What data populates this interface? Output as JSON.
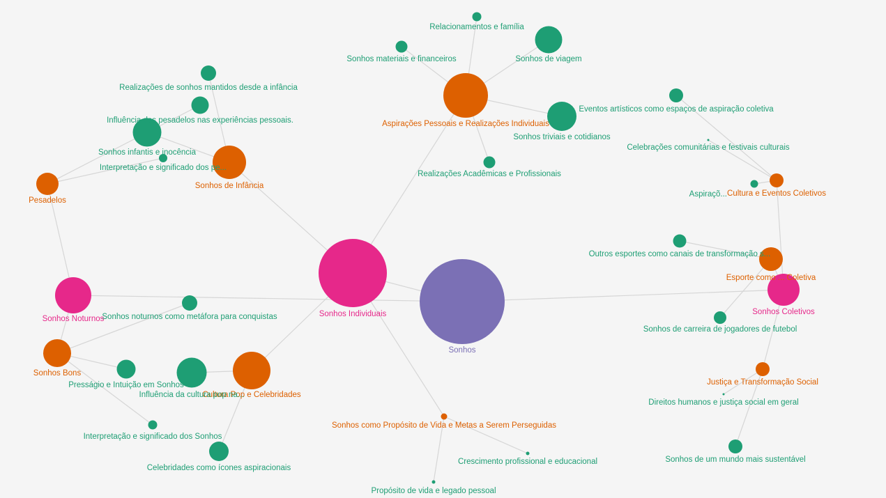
{
  "colors": {
    "root": "#7b70b5",
    "pink": "#e6288a",
    "orange": "#dd6000",
    "green": "#1e9e74",
    "edge": "#d6d6d6",
    "background": "#f5f5f5"
  },
  "nodes": [
    {
      "id": "sonhos",
      "label": "Sonhos",
      "group": "root"
    },
    {
      "id": "sonhos-individuais",
      "label": "Sonhos Individuais",
      "group": "pink"
    },
    {
      "id": "sonhos-noturnos",
      "label": "Sonhos Noturnos",
      "group": "pink"
    },
    {
      "id": "sonhos-coletivos",
      "label": "Sonhos Coletivos",
      "group": "pink"
    },
    {
      "id": "aspiracoes",
      "label": "Aspirações Pessoais e Realizações Individuais",
      "group": "orange"
    },
    {
      "id": "sonhos-infancia",
      "label": "Sonhos de Infância",
      "group": "orange"
    },
    {
      "id": "pesadelos",
      "label": "Pesadelos",
      "group": "orange"
    },
    {
      "id": "sonhos-bons",
      "label": "Sonhos Bons",
      "group": "orange"
    },
    {
      "id": "cultura-pop",
      "label": "Cultura Pop e Celebridades",
      "group": "orange"
    },
    {
      "id": "proposito",
      "label": "Sonhos como Propósito de Vida e Metas a Serem Perseguidas",
      "group": "orange"
    },
    {
      "id": "cultura-eventos",
      "label": "Cultura e Eventos Coletivos",
      "group": "orange"
    },
    {
      "id": "esporte",
      "label": "Esporte como ... Coletiva",
      "group": "orange"
    },
    {
      "id": "justica",
      "label": "Justiça e Transformação Social",
      "group": "orange"
    },
    {
      "id": "relacionamentos",
      "label": "Relacionamentos e família",
      "group": "green"
    },
    {
      "id": "materiais",
      "label": "Sonhos materiais e financeiros",
      "group": "green"
    },
    {
      "id": "viagem",
      "label": "Sonhos de viagem",
      "group": "green"
    },
    {
      "id": "triviais",
      "label": "Sonhos triviais e cotidianos",
      "group": "green"
    },
    {
      "id": "academicas",
      "label": "Realizações Acadêmicas e Profissionais",
      "group": "green"
    },
    {
      "id": "realizacoes-infancia",
      "label": "Realizações de sonhos mantidos desde a infância",
      "group": "green"
    },
    {
      "id": "influencia-pesadelos",
      "label": "Influência dos pesadelos nas experiências pessoais.",
      "group": "green"
    },
    {
      "id": "infantis-inocencia",
      "label": "Sonhos infantis e inocência",
      "group": "green"
    },
    {
      "id": "interpretacao-pe",
      "label": "Interpretação e significado dos pe...",
      "group": "green"
    },
    {
      "id": "noturnos-metafora",
      "label": "Sonhos noturnos como metáfora para conquistas",
      "group": "green"
    },
    {
      "id": "pressagio",
      "label": "Presságio e Intuição em Sonhos",
      "group": "green"
    },
    {
      "id": "influencia-cultura-pop",
      "label": "Influência da cultura pop na...",
      "group": "green"
    },
    {
      "id": "interpretacao-sonhos",
      "label": "Interpretação e significado dos Sonhos",
      "group": "green"
    },
    {
      "id": "celebridades",
      "label": "Celebridades como ícones aspiracionais",
      "group": "green"
    },
    {
      "id": "crescimento",
      "label": "Crescimento profissional e educacional",
      "group": "green"
    },
    {
      "id": "legado",
      "label": "Propósito de vida e legado pessoal",
      "group": "green"
    },
    {
      "id": "eventos-artisticos",
      "label": "Eventos artísticos como espaços de aspiração coletiva",
      "group": "green"
    },
    {
      "id": "celebracoes",
      "label": "Celebrações comunitárias e festivais culturais",
      "group": "green"
    },
    {
      "id": "aspiracoes-coletivas",
      "label": "Aspiraçõ...",
      "group": "green"
    },
    {
      "id": "outros-esportes",
      "label": "Outros esportes como canais de transformação s...",
      "group": "green"
    },
    {
      "id": "carreira-jogadores",
      "label": "Sonhos de carreira de jogadores de futebol",
      "group": "green"
    },
    {
      "id": "direitos-humanos",
      "label": "Direitos humanos e justiça social em geral",
      "group": "green"
    },
    {
      "id": "mundo-sustentavel",
      "label": "Sonhos de um mundo mais sustentável",
      "group": "green"
    }
  ],
  "edges": [
    [
      "sonhos",
      "sonhos-individuais"
    ],
    [
      "sonhos",
      "sonhos-noturnos"
    ],
    [
      "sonhos",
      "sonhos-coletivos"
    ],
    [
      "sonhos-individuais",
      "aspiracoes"
    ],
    [
      "sonhos-individuais",
      "sonhos-infancia"
    ],
    [
      "sonhos-individuais",
      "cultura-pop"
    ],
    [
      "sonhos-individuais",
      "proposito"
    ],
    [
      "aspiracoes",
      "relacionamentos"
    ],
    [
      "aspiracoes",
      "materiais"
    ],
    [
      "aspiracoes",
      "viagem"
    ],
    [
      "aspiracoes",
      "triviais"
    ],
    [
      "aspiracoes",
      "academicas"
    ],
    [
      "sonhos-infancia",
      "realizacoes-infancia"
    ],
    [
      "sonhos-infancia",
      "infantis-inocencia"
    ],
    [
      "pesadelos",
      "influencia-pesadelos"
    ],
    [
      "pesadelos",
      "interpretacao-pe"
    ],
    [
      "sonhos-noturnos",
      "pesadelos"
    ],
    [
      "sonhos-noturnos",
      "sonhos-bons"
    ],
    [
      "sonhos-bons",
      "noturnos-metafora"
    ],
    [
      "sonhos-bons",
      "pressagio"
    ],
    [
      "sonhos-bons",
      "interpretacao-sonhos"
    ],
    [
      "cultura-pop",
      "influencia-cultura-pop"
    ],
    [
      "cultura-pop",
      "celebridades"
    ],
    [
      "proposito",
      "crescimento"
    ],
    [
      "proposito",
      "legado"
    ],
    [
      "sonhos-coletivos",
      "cultura-eventos"
    ],
    [
      "sonhos-coletivos",
      "esporte"
    ],
    [
      "sonhos-coletivos",
      "justica"
    ],
    [
      "cultura-eventos",
      "eventos-artisticos"
    ],
    [
      "cultura-eventos",
      "celebracoes"
    ],
    [
      "cultura-eventos",
      "aspiracoes-coletivas"
    ],
    [
      "esporte",
      "outros-esportes"
    ],
    [
      "esporte",
      "carreira-jogadores"
    ],
    [
      "justica",
      "direitos-humanos"
    ],
    [
      "justica",
      "mundo-sustentavel"
    ]
  ]
}
